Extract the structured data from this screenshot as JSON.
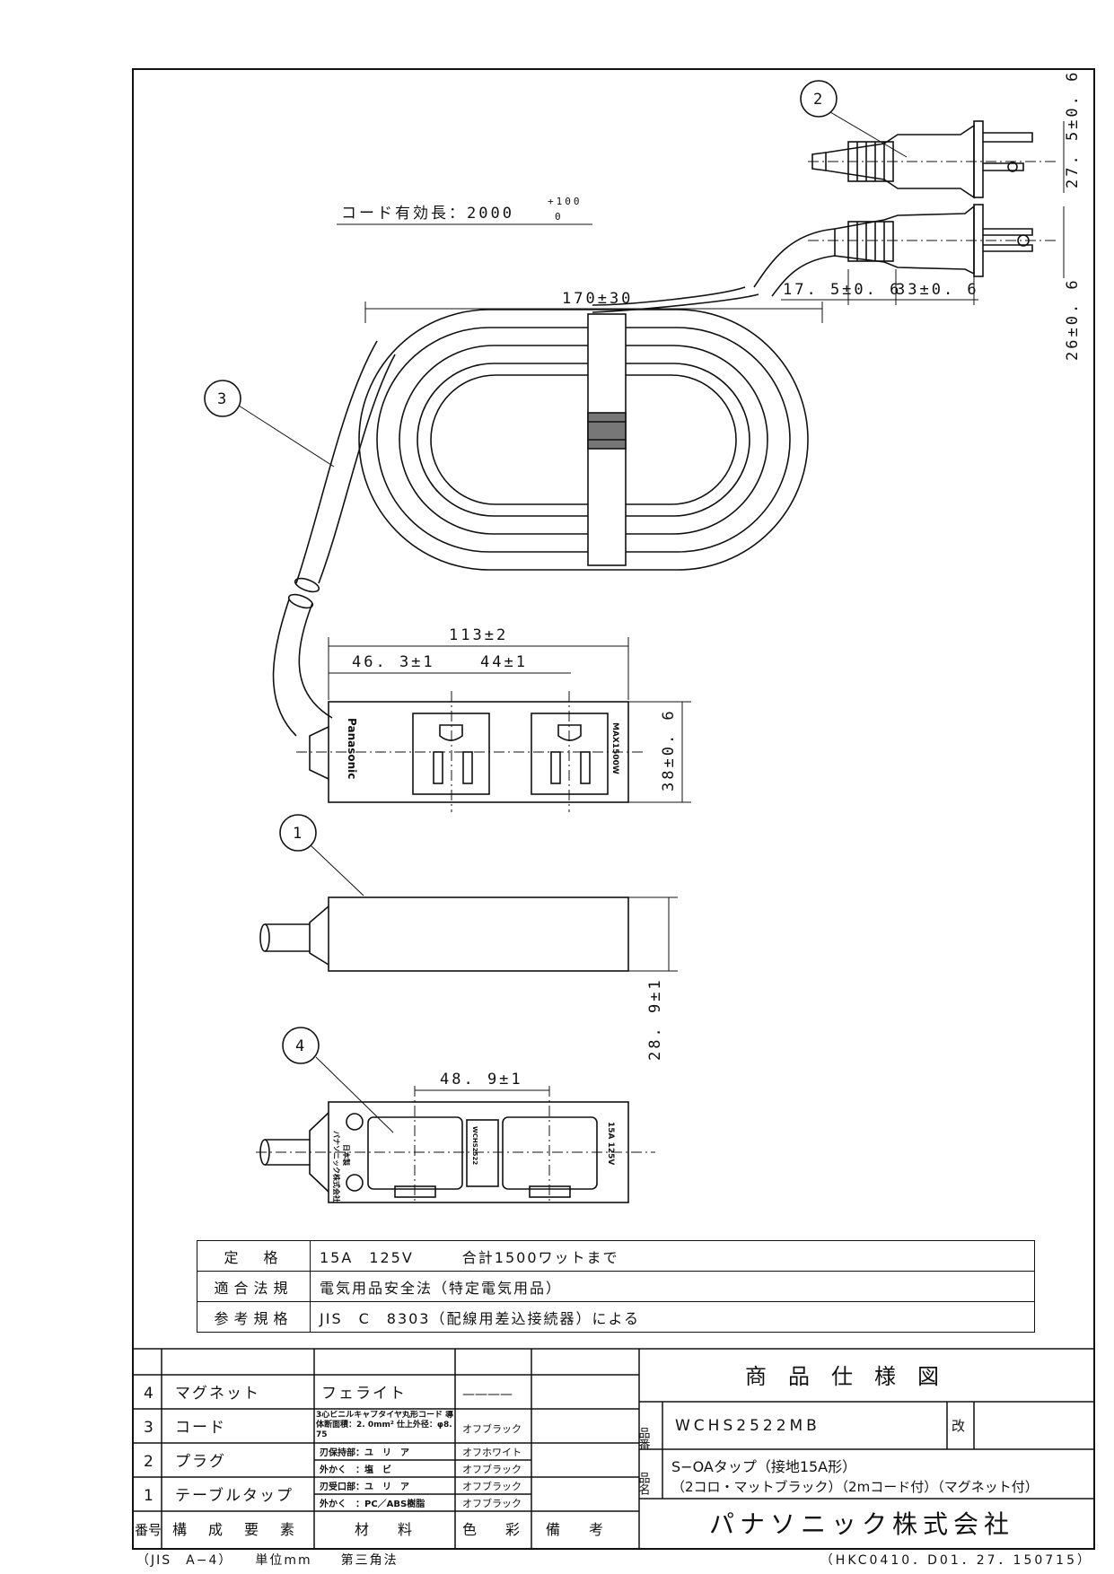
{
  "drawing": {
    "cord_length_label": "コード有効長：2000",
    "cord_length_tol_plus": "+100",
    "cord_length_tol_minus": "0",
    "dim_coil_width": "170±30",
    "dim_plug_17": "17. 5±0. 6",
    "dim_plug_33": "33±0. 6",
    "dim_plug_275": "27. 5±0. 6",
    "dim_plug_26": "26±0. 6",
    "dim_113": "113±2",
    "dim_463": "46. 3±1",
    "dim_44": "44±1",
    "dim_38": "38±0. 6",
    "dim_289": "28. 9±1",
    "dim_489": "48. 9±1",
    "balloons": [
      "1",
      "2",
      "3",
      "4"
    ],
    "brand_mark": "Panasonic",
    "rating_mark": "MAX1500W",
    "bottom_mark_left": "パナソニック株式会社",
    "bottom_mark_jp": "日本製",
    "bottom_mark_model": "WCHS2522",
    "bottom_mark_rating": "15A 125V"
  },
  "spec": [
    {
      "key": "定　格",
      "value": "15A　125V　　　合計1500ワットまで"
    },
    {
      "key": "適合法規",
      "value": "電気用品安全法（特定電気用品）"
    },
    {
      "key": "参考規格",
      "value": "JIS　C　8303（配線用差込接続器）による"
    }
  ],
  "parts": {
    "headers": {
      "no": "番号",
      "element": "構　成　要　素",
      "material": "材　　料",
      "color": "色　　彩",
      "note": "備　　考"
    },
    "rows": [
      {
        "no": "4",
        "element": "マグネット",
        "material": "フェライト",
        "material2": "",
        "color": "————",
        "color2": ""
      },
      {
        "no": "3",
        "element": "コード",
        "material": "3心ビニルキャブタイヤ丸形コード 導体断面積：2. 0mm² 仕上外径：φ8. 75",
        "material2": "",
        "color": "オフブラック",
        "color2": ""
      },
      {
        "no": "2",
        "element": "プラグ",
        "material": "刃保持部：ユ　リ　ア",
        "material2": "外かく　：塩　ビ",
        "color": "オフホワイト",
        "color2": "オフブラック"
      },
      {
        "no": "1",
        "element": "テーブルタップ",
        "material": "刃受口部：ユ　リ　ア",
        "material2": "外かく　：PC／ABS樹脂",
        "color": "オフブラック",
        "color2": "オフブラック"
      }
    ]
  },
  "title_block": {
    "title": "商　品　仕　様　図",
    "hinban_label": "品番",
    "hinban": "WCHS2522MB",
    "kai_label": "改",
    "hinmei_label": "品名",
    "hinmei_1": "S−OAタップ（接地15A形）",
    "hinmei_2": "（2コロ・マットブラック）（2mコード付）（マグネット付）",
    "company": "パナソニック株式会社"
  },
  "footer": {
    "left": "（JIS　A−4）　　単位mm　　第三角法",
    "right": "（HKC0410．D01．27．150715）"
  }
}
